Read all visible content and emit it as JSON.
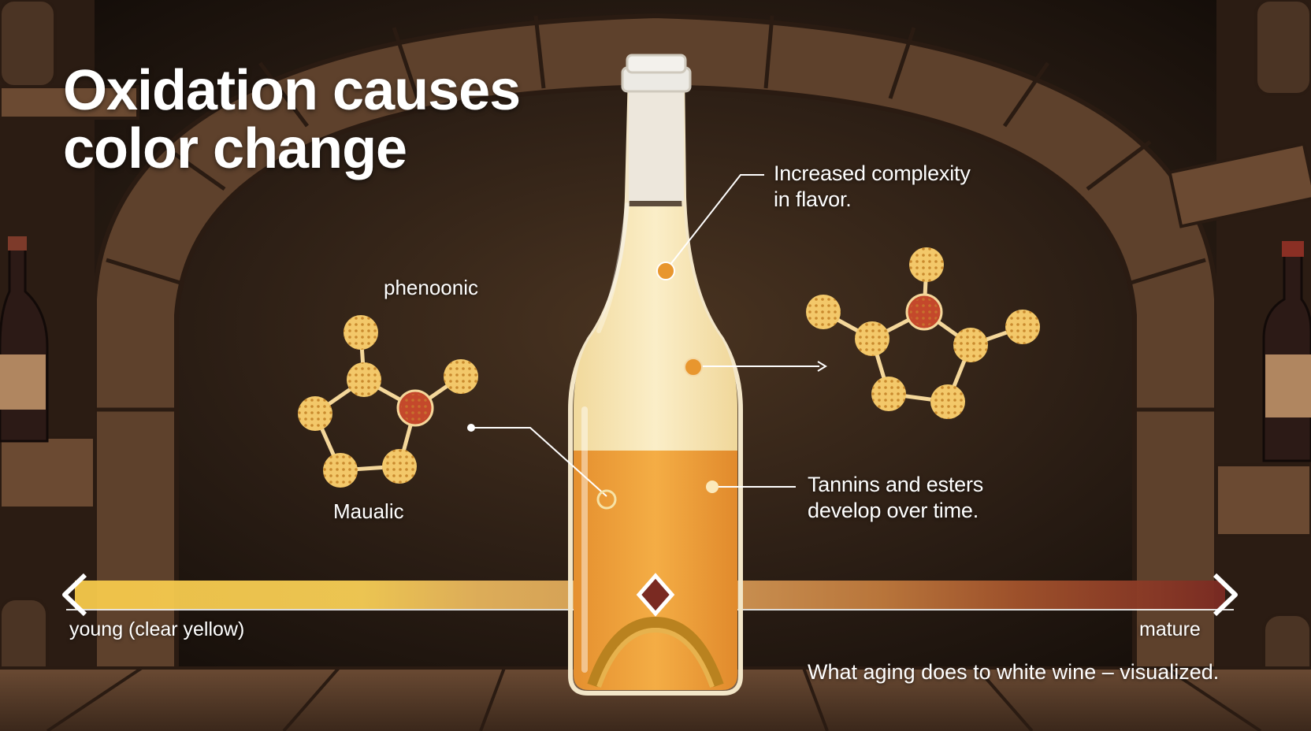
{
  "title": "Oxidation causes\ncolor change",
  "annotations": {
    "complexity": "Increased complexity\nin flavor.",
    "tannins": "Tannins and esters\ndevelop over time."
  },
  "molecules": {
    "left_top_label": "phenoonic",
    "left_bottom_label": "Maualic"
  },
  "color_scale": {
    "start_label": "young (clear yellow)",
    "end_label": "mature",
    "stops": [
      "#f5c84a",
      "#f8d05a",
      "#e9b759",
      "#d9a05a",
      "#c7803f",
      "#a5522c",
      "#7e2c22"
    ],
    "marker_position": 0.5
  },
  "caption": "What aging does to white wine – visualized.",
  "colors": {
    "wine_upper": "#f6e3b0",
    "wine_lower": "#f0a53a",
    "molecule": "#f3c86a",
    "molecule_accent": "#c4482b",
    "wood": "#5a3d2a"
  }
}
